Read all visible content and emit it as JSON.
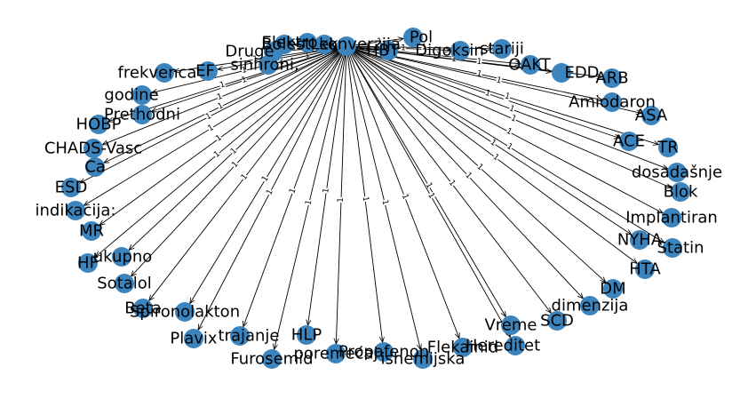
{
  "graph": {
    "node_color": "#3b84bd",
    "edge_color": "#000000",
    "edge_weight_label": "1",
    "hub": "konverzija",
    "nodes": [
      "konverzija",
      "Pol",
      "Elektro",
      "Lek",
      "Druge",
      "Bolest",
      "HBT",
      "Digoksin",
      "stariji",
      "sinhroni,",
      "OAKT",
      "EF",
      "EDD",
      "frekvenca",
      "ARB",
      "godine",
      "Amiodaron",
      "Prethodni",
      "ASA",
      "HOBP",
      "ACE",
      "TR",
      "CHADS-Vasc",
      "dosadašnje",
      "Ca",
      "ESD",
      "Blok",
      "indikacija:",
      "Implantiran",
      "MR",
      "NYHA",
      "Statin",
      "HF",
      "ukupno",
      "HTA",
      "Sotalol",
      "DM",
      "dimenzija",
      "Beta",
      "Spironolakton",
      "SCD",
      "Vreme",
      "Plavix",
      "trajanje",
      "HLP",
      "Hereditet",
      "Flekainid",
      "Furosemid",
      "poremećaj",
      "Propafenon",
      "ishemijska"
    ]
  }
}
